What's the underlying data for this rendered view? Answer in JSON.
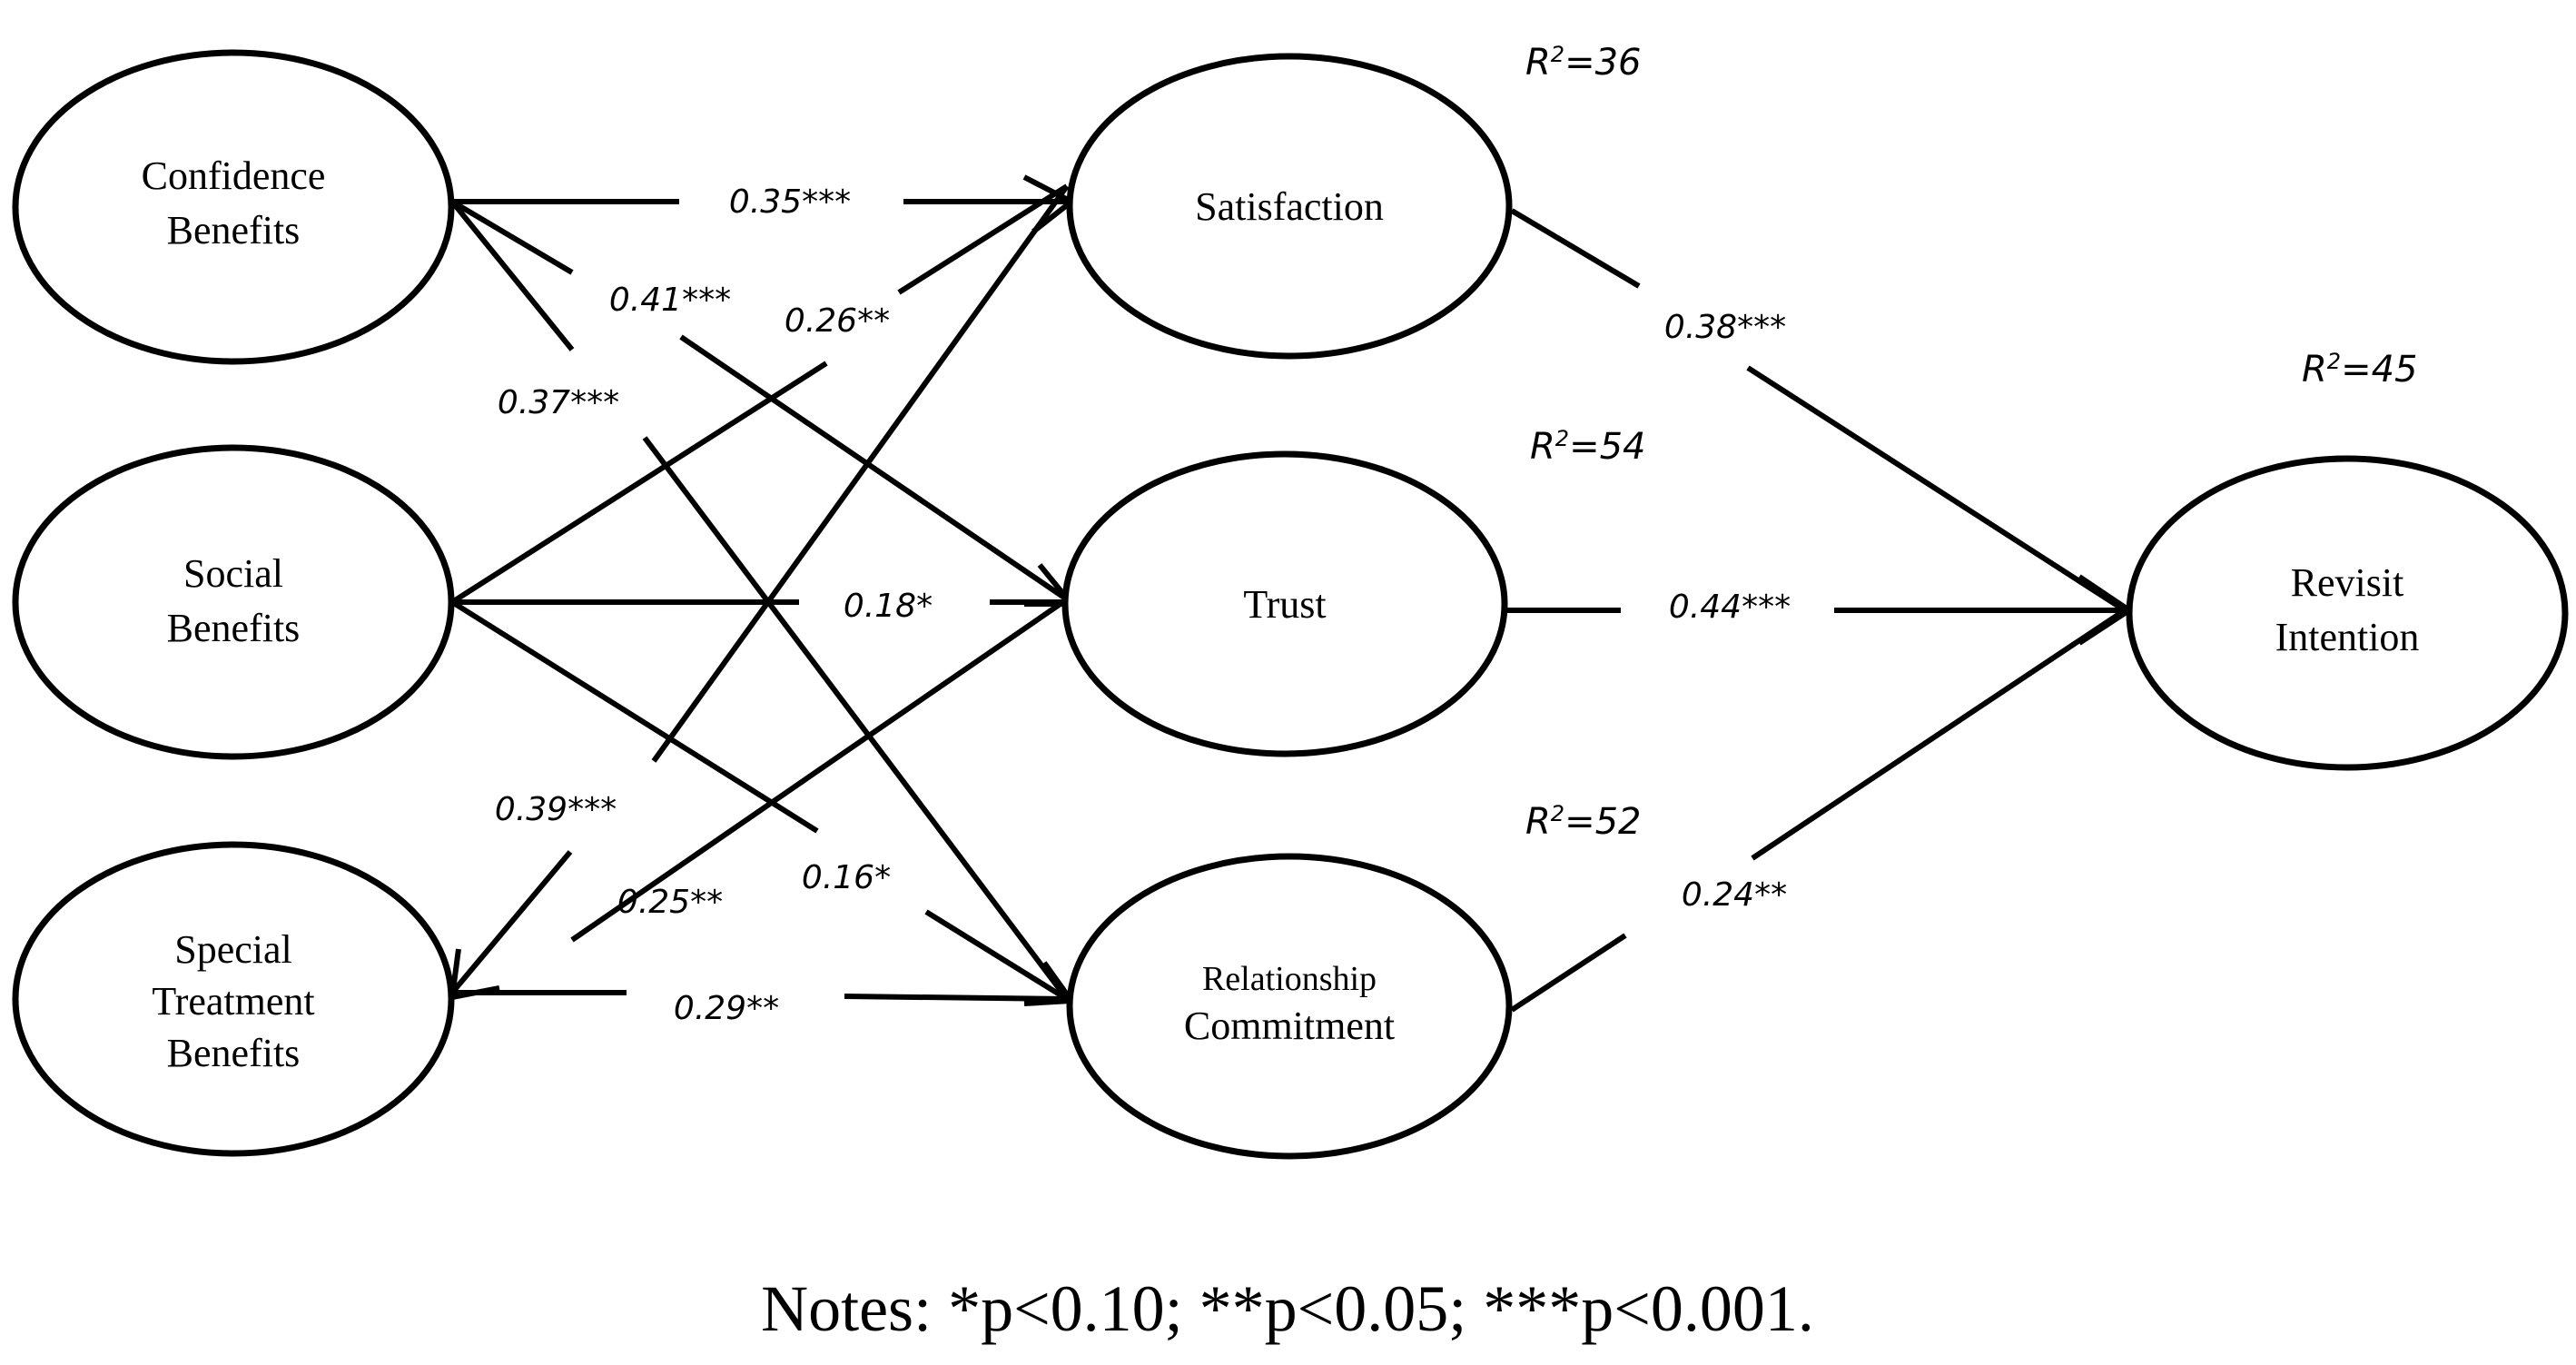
{
  "nodes": {
    "confidence_benefits": {
      "line1": "Confidence",
      "line2": "Benefits"
    },
    "social_benefits": {
      "line1": "Social",
      "line2": "Benefits"
    },
    "special_treatment_benefits": {
      "line1": "Special",
      "line2": "Treatment",
      "line3": "Benefits"
    },
    "satisfaction": {
      "label": "Satisfaction"
    },
    "trust": {
      "label": "Trust"
    },
    "relationship_commitment": {
      "line1": "Relationship",
      "line2": "Commitment"
    },
    "revisit_intention": {
      "line1": "Revisit",
      "line2": "Intention"
    }
  },
  "paths": [
    {
      "from": "Confidence Benefits",
      "to": "Satisfaction",
      "coefficient": "0.35***"
    },
    {
      "from": "Confidence Benefits",
      "to": "Trust",
      "coefficient": "0.41***"
    },
    {
      "from": "Confidence Benefits",
      "to": "Relationship Commitment",
      "coefficient": "0.37***"
    },
    {
      "from": "Social Benefits",
      "to": "Satisfaction",
      "coefficient": "0.26**"
    },
    {
      "from": "Social Benefits",
      "to": "Trust",
      "coefficient": "0.18*"
    },
    {
      "from": "Social Benefits",
      "to": "Relationship Commitment",
      "coefficient": "0.16*"
    },
    {
      "from": "Satisfaction",
      "to": "Special Treatment Benefits",
      "coefficient": "0.39***"
    },
    {
      "from": "Special Treatment Benefits",
      "to": "Trust",
      "coefficient": "0.25**"
    },
    {
      "from": "Special Treatment Benefits",
      "to": "Relationship Commitment",
      "coefficient": "0.29**"
    },
    {
      "from": "Satisfaction",
      "to": "Revisit Intention",
      "coefficient": "0.38***"
    },
    {
      "from": "Trust",
      "to": "Revisit Intention",
      "coefficient": "0.44***"
    },
    {
      "from": "Relationship Commitment",
      "to": "Revisit Intention",
      "coefficient": "0.24**"
    }
  ],
  "r_squared": {
    "satisfaction": {
      "prefix": "R",
      "sup": "2",
      "value": "=36"
    },
    "trust": {
      "prefix": "R",
      "sup": "2",
      "value": "=54"
    },
    "relationship_commitment": {
      "prefix": "R",
      "sup": "2",
      "value": "=52"
    },
    "revisit_intention": {
      "prefix": "R",
      "sup": "2",
      "value": "=45"
    }
  },
  "notes": "Notes: *p<0.10; **p<0.05; ***p<0.001."
}
